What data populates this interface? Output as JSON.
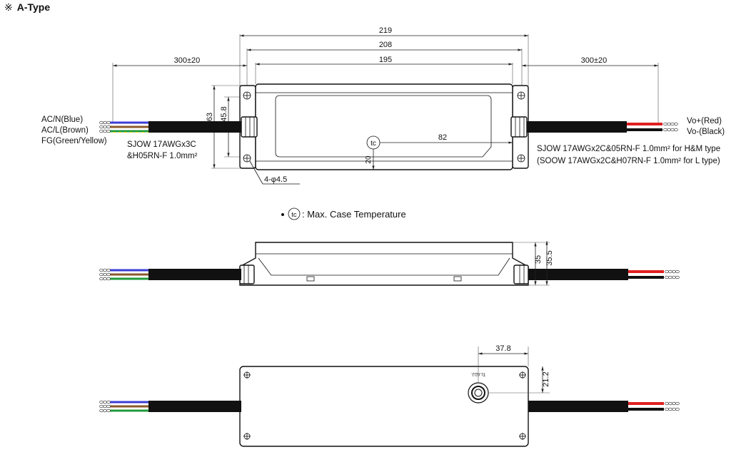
{
  "title": {
    "mark": "※",
    "text": "A-Type"
  },
  "dimensions": {
    "overall_length": "219",
    "mount_spacing": "208",
    "case_length": "195",
    "cable_left": "300±20",
    "cable_right": "300±20",
    "width": "63",
    "mount_width": "45.8",
    "tc_x": "82",
    "tc_y": "20",
    "holes": "4-φ4.5",
    "height_body": "35",
    "height_total": "35.5",
    "label_offset_x": "37.8",
    "label_offset_y": "21.2"
  },
  "labels": {
    "input_wires": [
      "AC/N(Blue)",
      "AC/L(Brown)",
      "FG(Green/Yellow)"
    ],
    "input_cable": [
      "SJOW 17AWGx3C",
      "&H05RN-F 1.0mm²"
    ],
    "output_wires": [
      "Vo+(Red)",
      "Vo-(Black)"
    ],
    "output_cable": [
      "SJOW 17AWGx2C&05RN-F 1.0mm² for H&M type",
      "(SOOW 17AWGx2C&H07RN-F 1.0mm² for L type)"
    ],
    "tc_symbol": "tc",
    "tc_legend": ": Max. Case Temperature",
    "bottom_tag": "Tc ADJ."
  },
  "colors": {
    "blue": "#3b3bd6",
    "brown": "#8a5a2b",
    "green": "#1f9a3a",
    "yellow": "#e8d81a",
    "red": "#e02020",
    "cable": "#111111"
  }
}
